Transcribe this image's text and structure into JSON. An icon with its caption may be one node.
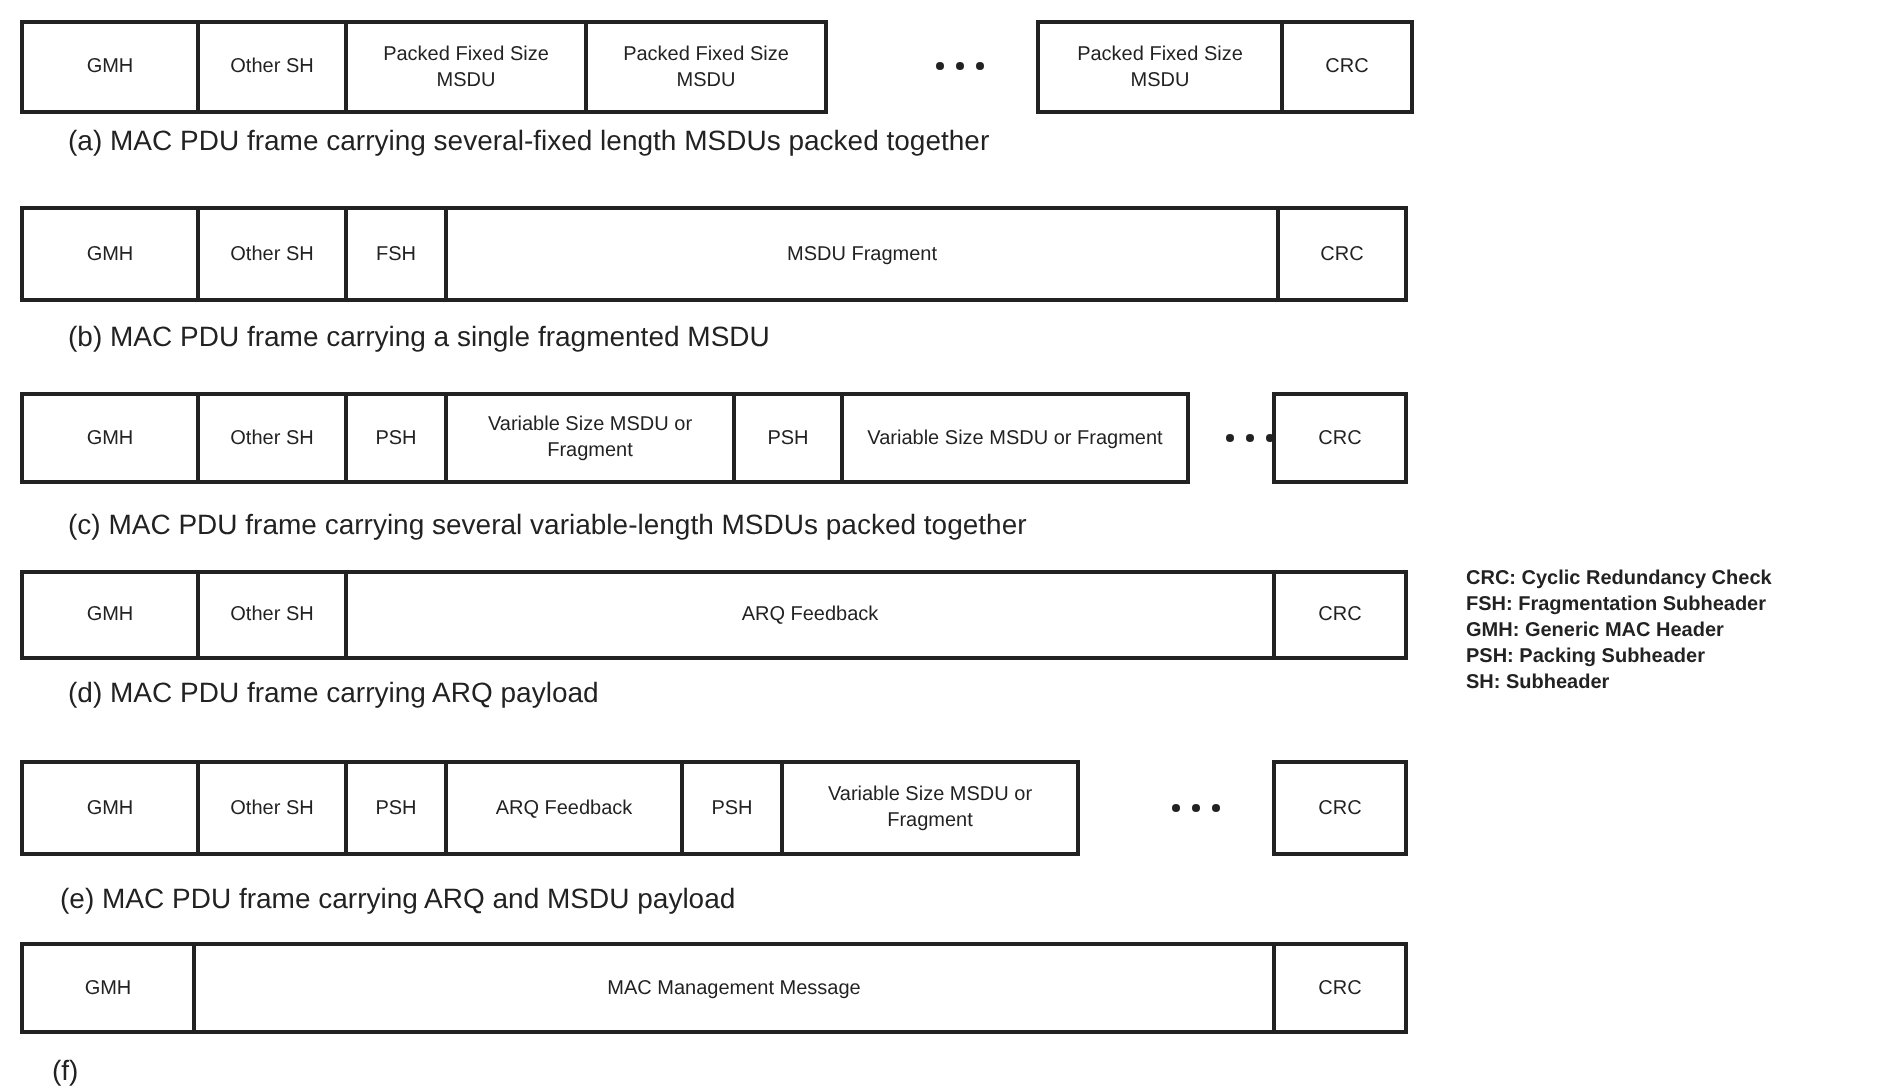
{
  "diagram": {
    "nodes": [
      {
        "text": [
          "GMH"
        ]
      },
      {
        "text": [
          "Other SH"
        ]
      },
      {
        "text": [
          "Packed Fixed Size MSDU"
        ]
      },
      {
        "text": [
          "Packed Fixed Size MSDU"
        ]
      },
      {
        "text": [
          "Packed Fixed Size MSDU"
        ]
      },
      {
        "text": [
          "CRC"
        ]
      },
      {
        "text": [
          "GMH"
        ]
      },
      {
        "text": [
          "Other SH"
        ]
      },
      {
        "text": [
          "FSH"
        ]
      },
      {
        "text": [
          "MSDU Fragment"
        ]
      },
      {
        "text": [
          "CRC"
        ]
      },
      {
        "text": [
          "GMH"
        ]
      },
      {
        "text": [
          "Other SH"
        ]
      },
      {
        "text": [
          "PSH"
        ]
      },
      {
        "text": [
          "Variable Size MSDU or Fragment"
        ]
      },
      {
        "text": [
          "PSH"
        ]
      },
      {
        "text": [
          "Variable Size MSDU or Fragment"
        ]
      },
      {
        "text": [
          "CRC"
        ]
      },
      {
        "text": [
          "GMH"
        ]
      },
      {
        "text": [
          "Other SH"
        ]
      },
      {
        "text": [
          "ARQ Feedback"
        ]
      },
      {
        "text": [
          "CRC"
        ]
      },
      {
        "text": [
          "GMH"
        ]
      },
      {
        "text": [
          "Other SH"
        ]
      },
      {
        "text": [
          "PSH"
        ]
      },
      {
        "text": [
          "ARQ Feedback"
        ]
      },
      {
        "text": [
          "PSH"
        ]
      },
      {
        "text": [
          "Variable Size MSDU or Fragment"
        ]
      },
      {
        "text": [
          "CRC"
        ]
      },
      {
        "text": [
          "GMH"
        ]
      },
      {
        "text": [
          "MAC Management Message"
        ]
      },
      {
        "text": [
          "CRC"
        ]
      }
    ],
    "edges": [],
    "labels": [
      "(a) MAC PDU frame carrying several-fixed length MSDUs packed together",
      "(b) MAC PDU frame carrying a single fragmented MSDU",
      "(c) MAC PDU frame carrying several variable-length MSDUs packed together",
      "CRC: Cyclic Redundancy Check",
      "FSH: Fragmentation Subheader",
      "GMH: Generic MAC Header",
      "PSH: Packing Subheader",
      "SH: Subheader",
      "(d) MAC PDU frame carrying ARQ payload",
      "(e) MAC PDU frame carrying ARQ and MSDU payload",
      "(f)"
    ]
  }
}
